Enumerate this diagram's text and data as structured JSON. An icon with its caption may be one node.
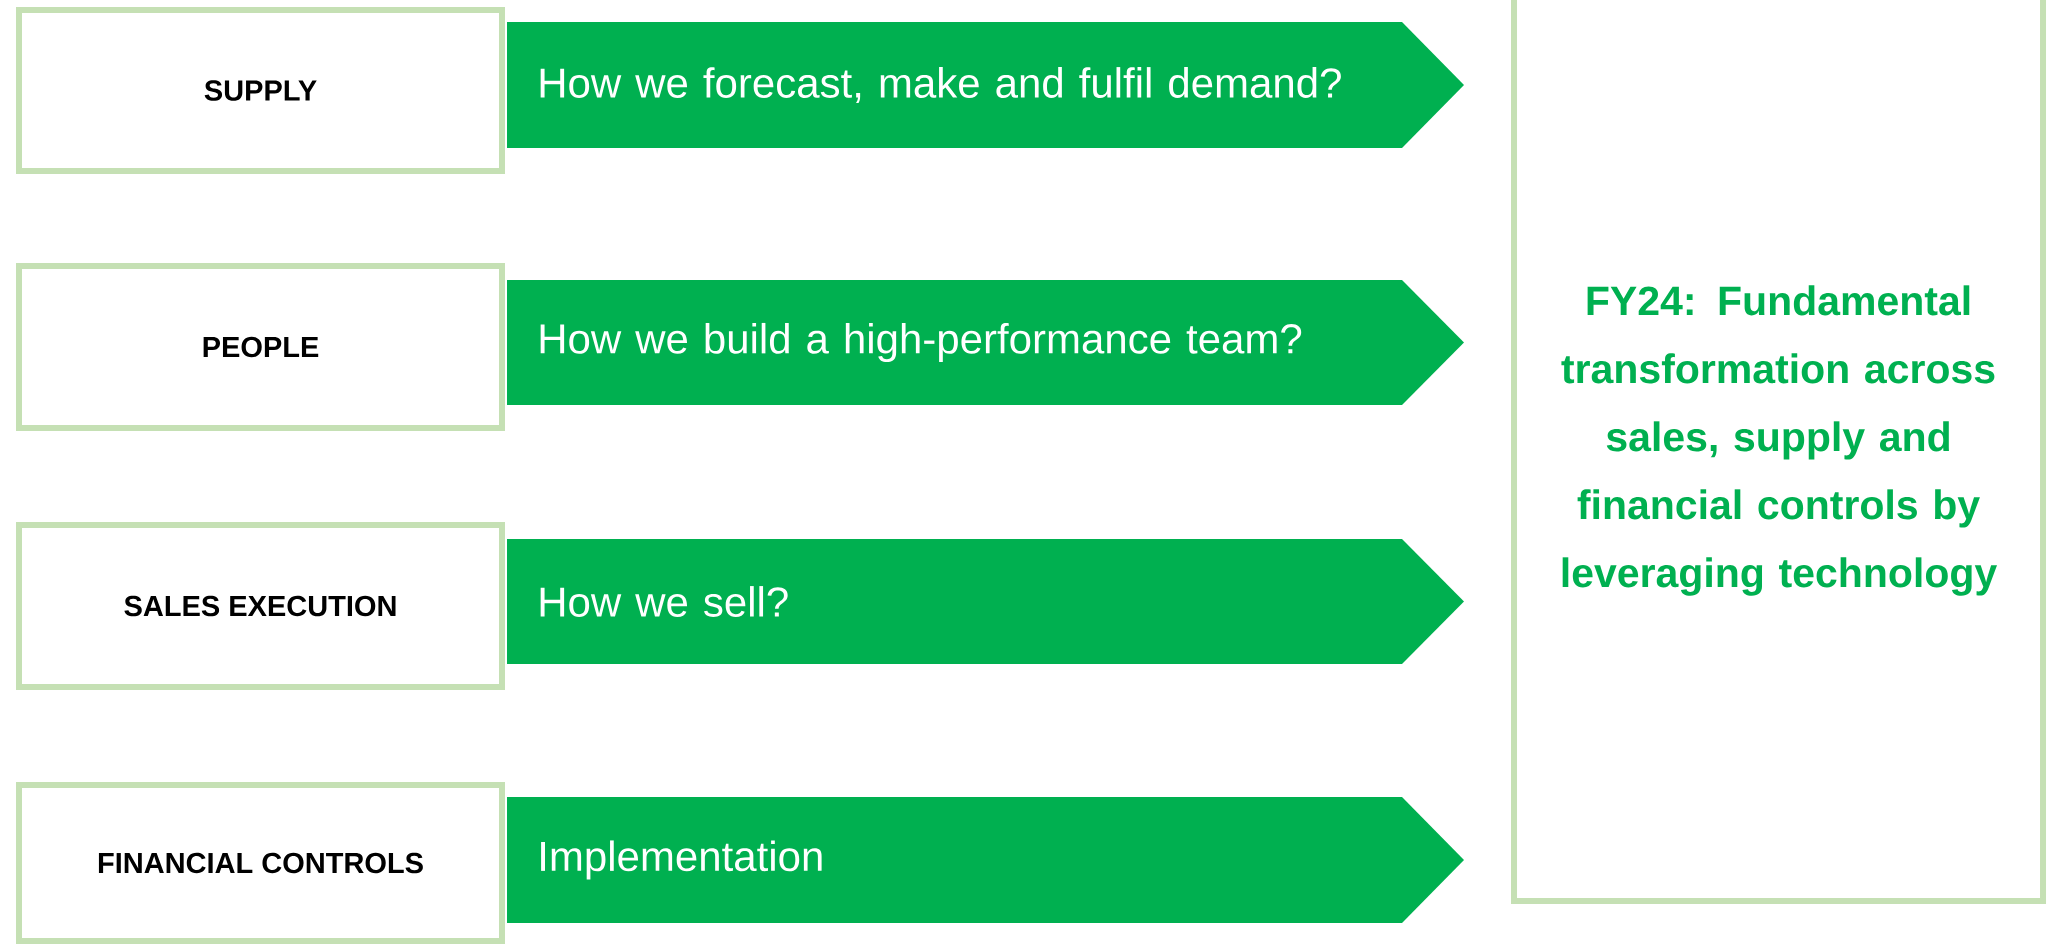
{
  "diagram": {
    "nodes": [
      {
        "text": [
          "SUPPLY"
        ]
      },
      {
        "text": [
          "How we forecast, make and fulfil demand?"
        ]
      },
      {
        "text": [
          "PEOPLE"
        ]
      },
      {
        "text": [
          "How we build a high-performance team?"
        ]
      },
      {
        "text": [
          "SALES EXECUTION"
        ]
      },
      {
        "text": [
          "How we sell?"
        ]
      },
      {
        "text": [
          "FINANCIAL CONTROLS"
        ]
      },
      {
        "text": [
          "Implementation"
        ]
      },
      {
        "text": [
          "FY24: Fundamental transformation across sales, supply and financial controls by leveraging technology"
        ]
      }
    ]
  }
}
